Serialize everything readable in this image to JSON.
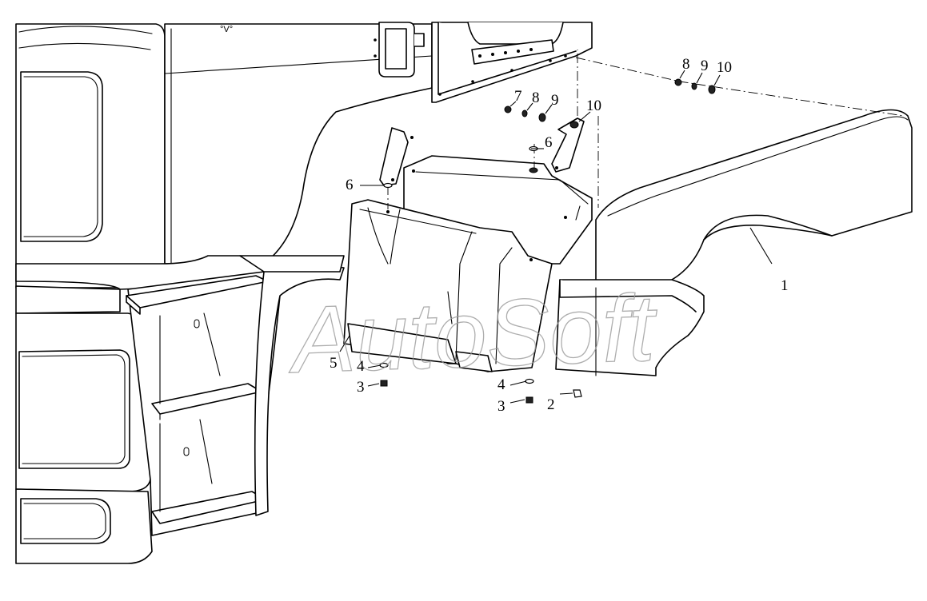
{
  "watermark": "AutoSoft",
  "callouts": {
    "c1": "1",
    "c2": "2",
    "c3a": "3",
    "c3b": "3",
    "c4a": "4",
    "c4b": "4",
    "c5": "5",
    "c6a": "6",
    "c6b": "6",
    "c7": "7",
    "c8a": "8",
    "c8b": "8",
    "c9a": "9",
    "c9b": "9",
    "c10a": "10",
    "c10b": "10"
  },
  "parts": {
    "1": "rear-fender",
    "2": "nut",
    "3": "bolt",
    "4": "washer",
    "5": "step-cover-panel",
    "6": "washer",
    "7": "bolt",
    "8": "washer",
    "9": "washer",
    "10": "nut"
  }
}
